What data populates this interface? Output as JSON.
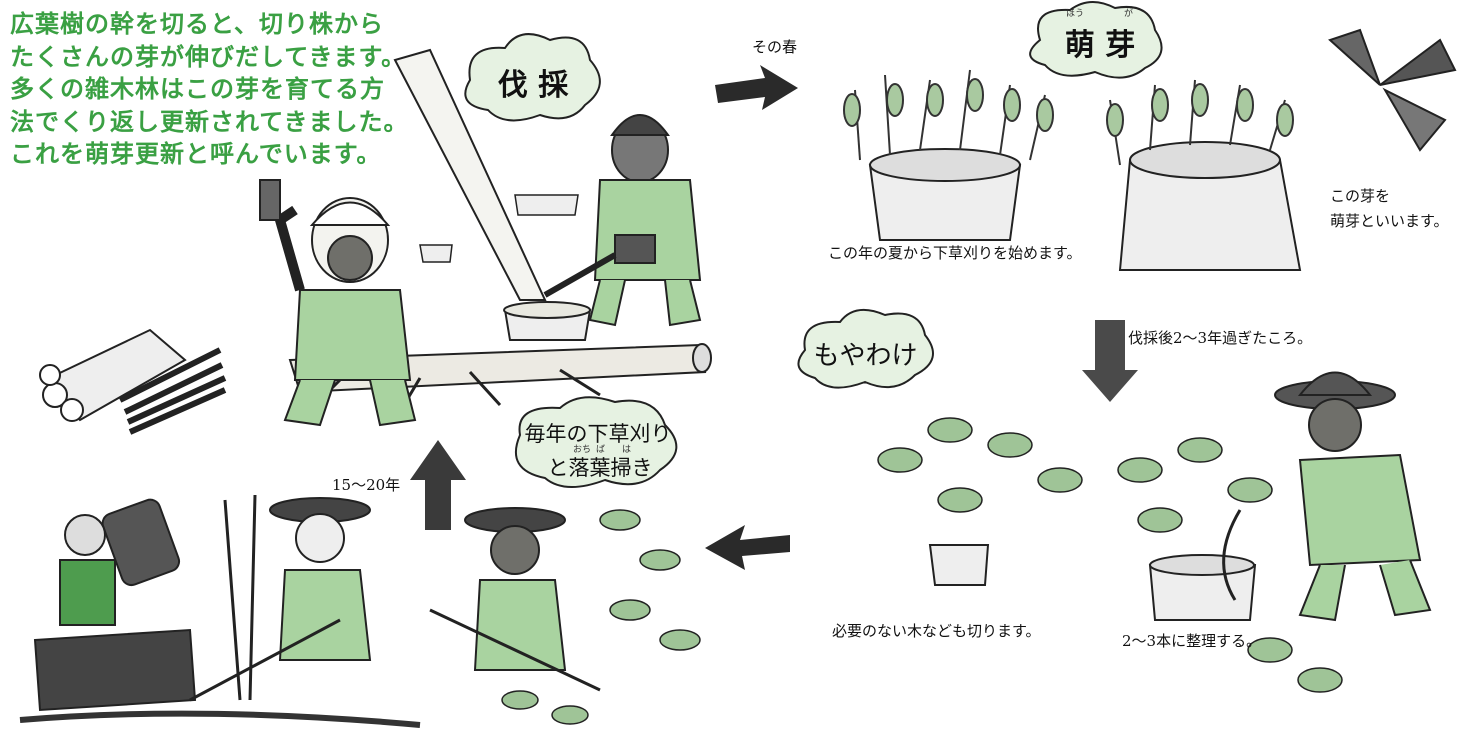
{
  "intro_text": {
    "line1": "広葉樹の幹を切ると、切り株から",
    "line2": "たくさんの芽が伸びだしてきます。",
    "line3": "多くの雑木林はこの芽を育てる方",
    "line4": "法でくり返し更新されてきました。",
    "line5": "これを萌芽更新と呼んでいます。"
  },
  "stages": {
    "felling": {
      "label": "伐 採"
    },
    "sprouting": {
      "label": "萌 芽",
      "ruby1": "ほう",
      "ruby2": "が"
    },
    "thinning": {
      "label": "もやわけ"
    },
    "weeding": {
      "line1": "毎年の下草刈り",
      "line2": "と落葉掃き",
      "ruby1": "おち",
      "ruby2": "ば",
      "ruby3": "は"
    }
  },
  "arrows": {
    "to_sprouting": "その春",
    "to_thinning": "伐採後2～3年過ぎたころ。",
    "to_felling": "15～20年"
  },
  "captions": {
    "summer_weeding": "この年の夏から下草刈りを始めます。",
    "sprout_line1": "この芽を",
    "sprout_line2": "萌芽といいます。",
    "cut_unneeded": "必要のない木なども切ります。",
    "arrange": "2～3本に整理する。"
  },
  "colors": {
    "intro_text": "#3aa043",
    "cloud_fill": "#e6f2e2",
    "figure_green": "#a9d3a0",
    "arrow": "#2a2a2a"
  }
}
